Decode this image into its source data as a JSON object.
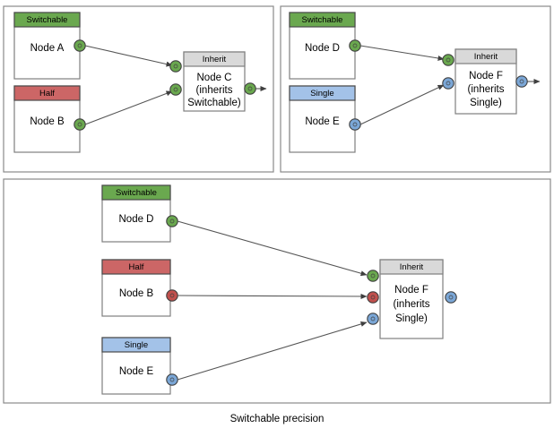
{
  "figure": {
    "caption": "Switchable precision",
    "background": "#ffffff"
  },
  "colors": {
    "switchable_green": "#6aa84f",
    "half_red": "#cc6666",
    "single_blue": "#a3c2e8",
    "inherit_gray": "#d9d9d9",
    "port_green": "#6aa84f",
    "port_red": "#c1504d",
    "port_blue": "#7ba7d7",
    "panel_border": "#8a8a8a",
    "node_border": "#7f7f7f",
    "edge_stroke": "#555555",
    "text": "#000000"
  },
  "panels": [
    {
      "id": "panel-top-left",
      "name": "switchable-inherits-switchable",
      "nodes": [
        {
          "id": "node-a",
          "header": "Switchable",
          "header_style": "switchable",
          "label": "Node A",
          "out_port_color": "port_green"
        },
        {
          "id": "node-b",
          "header": "Half",
          "header_style": "half",
          "label": "Node B",
          "out_port_color": "port_green"
        },
        {
          "id": "node-c",
          "header": "Inherit",
          "header_style": "inherit",
          "label_lines": [
            "Node C",
            "(inherits",
            "Switchable)"
          ],
          "in_port_colors": [
            "port_green",
            "port_green"
          ],
          "out_port_color": "port_green"
        }
      ],
      "edges": [
        {
          "from": "node-a",
          "to": "node-c",
          "to_port": 0
        },
        {
          "from": "node-b",
          "to": "node-c",
          "to_port": 1
        }
      ]
    },
    {
      "id": "panel-top-right",
      "name": "single-inherits-single",
      "nodes": [
        {
          "id": "node-d",
          "header": "Switchable",
          "header_style": "switchable",
          "label": "Node D",
          "out_port_color": "port_green"
        },
        {
          "id": "node-e",
          "header": "Single",
          "header_style": "single",
          "label": "Node E",
          "out_port_color": "port_blue"
        },
        {
          "id": "node-f",
          "header": "Inherit",
          "header_style": "inherit",
          "label_lines": [
            "Node F",
            "(inherits",
            "Single)"
          ],
          "in_port_colors": [
            "port_green",
            "port_blue"
          ],
          "out_port_color": "port_blue"
        }
      ],
      "edges": [
        {
          "from": "node-d",
          "to": "node-f",
          "to_port": 0
        },
        {
          "from": "node-e",
          "to": "node-f",
          "to_port": 1
        }
      ]
    },
    {
      "id": "panel-bottom",
      "name": "three-inputs-inherits-single",
      "nodes": [
        {
          "id": "node-d2",
          "header": "Switchable",
          "header_style": "switchable",
          "label": "Node D",
          "out_port_color": "port_green"
        },
        {
          "id": "node-b2",
          "header": "Half",
          "header_style": "half",
          "label": "Node B",
          "out_port_color": "port_red"
        },
        {
          "id": "node-e2",
          "header": "Single",
          "header_style": "single",
          "label": "Node E",
          "out_port_color": "port_blue"
        },
        {
          "id": "node-f2",
          "header": "Inherit",
          "header_style": "inherit",
          "label_lines": [
            "Node F",
            "(inherits",
            "Single)"
          ],
          "in_port_colors": [
            "port_green",
            "port_red",
            "port_blue"
          ],
          "out_port_color": "port_blue"
        }
      ],
      "edges": [
        {
          "from": "node-d2",
          "to": "node-f2",
          "to_port": 0
        },
        {
          "from": "node-b2",
          "to": "node-f2",
          "to_port": 1
        },
        {
          "from": "node-e2",
          "to": "node-f2",
          "to_port": 2
        }
      ]
    }
  ],
  "labels": {
    "switchable": "Switchable",
    "half": "Half",
    "single": "Single",
    "inherit": "Inherit",
    "node_a": "Node A",
    "node_b": "Node B",
    "node_c_l1": "Node C",
    "node_c_l2": "(inherits",
    "node_c_l3": "Switchable)",
    "node_d": "Node D",
    "node_e": "Node E",
    "node_f_l1": "Node F",
    "node_f_l2": "(inherits",
    "node_f_l3": "Single)",
    "caption": "Switchable precision"
  }
}
